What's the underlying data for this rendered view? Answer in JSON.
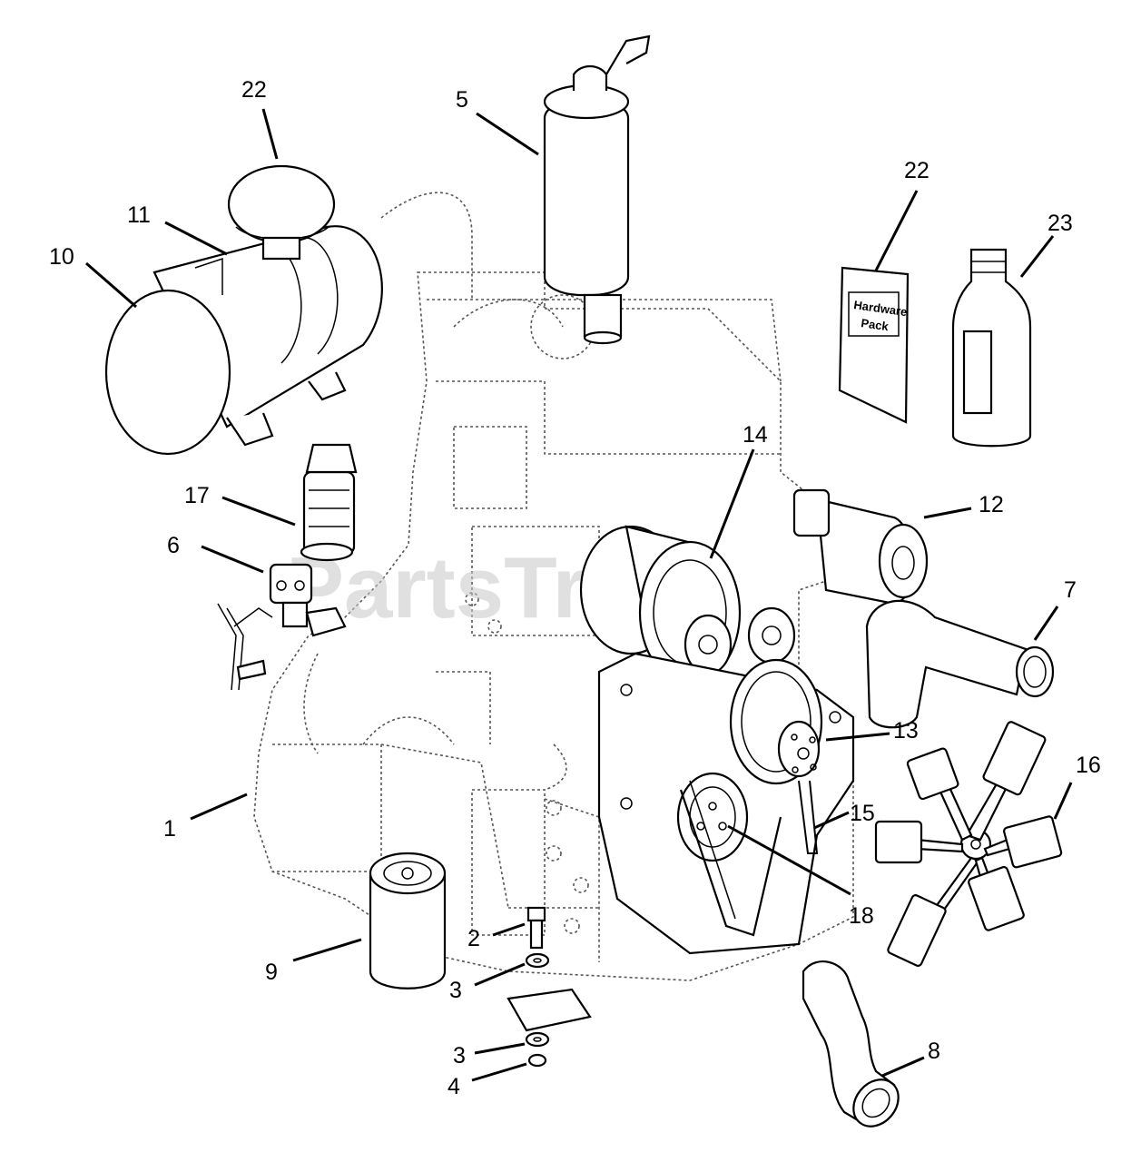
{
  "watermark": {
    "text": "PartsTree",
    "mark": "™"
  },
  "hardware_pack": {
    "line1": "Hardware",
    "line2": "Pack"
  },
  "callouts": [
    {
      "id": "c1",
      "label": "1"
    },
    {
      "id": "c2",
      "label": "2"
    },
    {
      "id": "c3a",
      "label": "3"
    },
    {
      "id": "c3b",
      "label": "3"
    },
    {
      "id": "c4",
      "label": "4"
    },
    {
      "id": "c5",
      "label": "5"
    },
    {
      "id": "c6",
      "label": "6"
    },
    {
      "id": "c7",
      "label": "7"
    },
    {
      "id": "c8",
      "label": "8"
    },
    {
      "id": "c9",
      "label": "9"
    },
    {
      "id": "c10",
      "label": "10"
    },
    {
      "id": "c11",
      "label": "11"
    },
    {
      "id": "c12",
      "label": "12"
    },
    {
      "id": "c13",
      "label": "13"
    },
    {
      "id": "c14",
      "label": "14"
    },
    {
      "id": "c15",
      "label": "15"
    },
    {
      "id": "c16",
      "label": "16"
    },
    {
      "id": "c17",
      "label": "17"
    },
    {
      "id": "c18",
      "label": "18"
    },
    {
      "id": "c22a",
      "label": "22"
    },
    {
      "id": "c22b",
      "label": "22"
    },
    {
      "id": "c23",
      "label": "23"
    }
  ]
}
